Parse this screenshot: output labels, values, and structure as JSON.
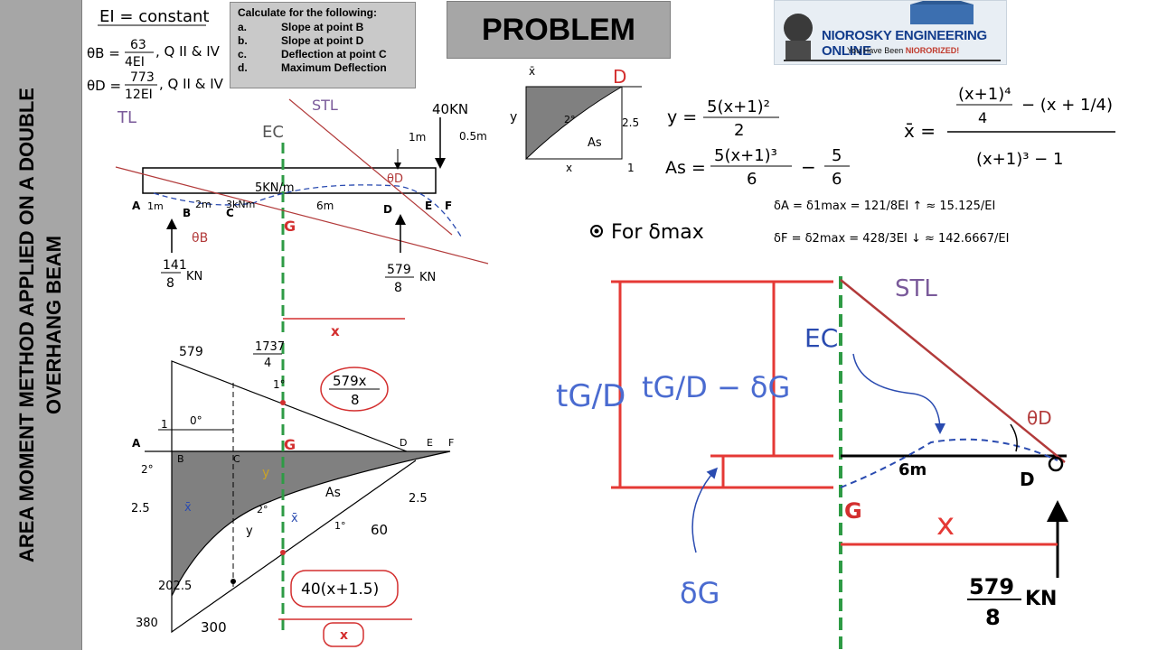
{
  "banner": {
    "line1": "AREA MOMENT METHOD APPLIED ON A DOUBLE",
    "line2": "OVERHANG BEAM"
  },
  "problem_label": "PROBLEM",
  "tasks": {
    "title": "Calculate for the following:",
    "items": [
      {
        "key": "a.",
        "text": "Slope at point B"
      },
      {
        "key": "b.",
        "text": "Slope at point D"
      },
      {
        "key": "c.",
        "text": "Deflection at point C"
      },
      {
        "key": "d.",
        "text": "Maximum Deflection"
      }
    ]
  },
  "logo": {
    "brand": "NIOROSKY ENGINEERING ONLINE",
    "tagline": "You Have Been",
    "tagline_em": "NIORORIZED!"
  },
  "notes": {
    "ei": "EI = constant",
    "theta_b": "θB = 63/4EI , Q II & IV",
    "theta_b_lhs": "θB =",
    "theta_b_num": "63",
    "theta_b_den": "4EI",
    "theta_b_q": ", Q II & IV",
    "theta_d_lhs": "θD =",
    "theta_d_num": "773",
    "theta_d_den": "12EI",
    "theta_d_q": ", Q II & IV"
  },
  "beam": {
    "tl": "TL",
    "stl": "STL",
    "ec": "EC",
    "load_point": "40KN",
    "dist_1m": "1m",
    "dist_05": "0.5m",
    "udl": "5KN/m",
    "moment": "3kNm",
    "span_6m": "6m",
    "span_1m": "1m",
    "span_2m": "2m",
    "pt_a": "A",
    "pt_b": "B",
    "pt_c": "C",
    "pt_d": "D",
    "pt_e": "E",
    "pt_f": "F",
    "pt_g": "G",
    "theta_b": "θB",
    "theta_d": "θD",
    "react_a_num": "141",
    "react_a_den": "8",
    "react_unit": "KN",
    "react_d_num": "579",
    "react_d_den": "8",
    "x_label": "x"
  },
  "moment_diagram": {
    "v579": "579",
    "v1737_num": "1737",
    "v1737_den": "4",
    "deg1": "1°",
    "deg0": "0°",
    "one": "1",
    "eq_num": "579x",
    "eq_den": "8",
    "pt_a": "A",
    "pt_b": "B",
    "pt_c": "C",
    "pt_d": "D",
    "pt_e": "E",
    "pt_f": "F",
    "pt_g": "G",
    "deg2": "2°",
    "v25": "2.5",
    "v25r": "2.5",
    "xbar": "x̄",
    "y": "y",
    "as": "As",
    "v60": "60",
    "v2025": "202.5",
    "v380": "380",
    "v300": "300",
    "eq2": "40(x+1.5)",
    "x_label": "x",
    "y2": "y",
    "deg2b": "2°",
    "deg1b": "1°"
  },
  "spandrel": {
    "xbar": "x̄",
    "d": "D",
    "y": "y",
    "deg": "2°",
    "as": "As",
    "v25": "2.5",
    "x": "x",
    "one": "1"
  },
  "formulas": {
    "y_lhs": "y =",
    "y_num": "5(x+1)²",
    "y_den": "2",
    "as_lhs": "As =",
    "as_num": "5(x+1)³",
    "as_den": "6",
    "as_minus": "−",
    "as_num2": "5",
    "as_den2": "6",
    "xbar_lhs": "x̄ =",
    "xbar_num_a": "(x+1)⁴",
    "xbar_num_a_den": "4",
    "xbar_num_b": "− (x + 1/4)",
    "xbar_den": "(x+1)³ − 1",
    "da": "δA = δ1max = 121/8EI ↑ ≈ 15.125/EI",
    "df": "δF = δ2max = 428/3EI ↓ ≈ 142.6667/EI",
    "for_dmax": "For δmax"
  },
  "zoom": {
    "tgd": "tG/D",
    "tgd_minus": "tG/D − δG",
    "stl": "STL",
    "ec": "EC",
    "theta_d": "θD",
    "span": "6m",
    "d": "D",
    "g": "G",
    "x": "x",
    "dg": "δG",
    "react_num": "579",
    "react_den": "8",
    "unit": "KN"
  }
}
